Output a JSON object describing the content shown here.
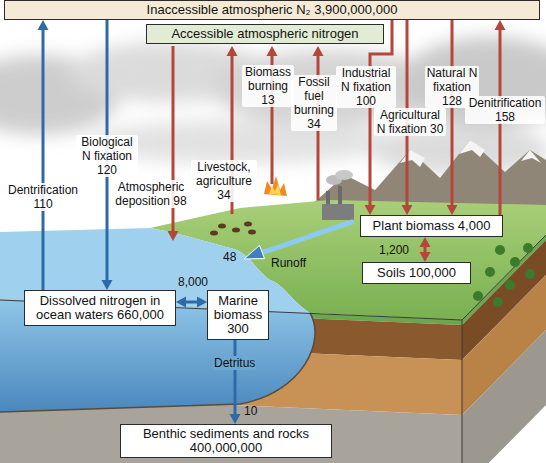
{
  "diagram": {
    "nodes": [
      {
        "text": [
          "Inaccessible atmospheric N₂ 3,900,000,000"
        ]
      },
      {
        "text": [
          "Accessible atmospheric nitrogen"
        ]
      },
      {
        "text": [
          "Plant biomass 4,000"
        ]
      },
      {
        "text": [
          "Soils 100,000"
        ]
      },
      {
        "text": [
          "Dissolved nitrogen in ocean waters 660,000"
        ]
      },
      {
        "text": [
          "Marine biomass 300"
        ]
      },
      {
        "text": [
          "Benthic sediments and rocks 400,000,000"
        ]
      }
    ],
    "edges": [
      {
        "from": 4,
        "to": 0,
        "arrow": "to",
        "label": "Dentrification 110"
      },
      {
        "from": 0,
        "to": 4,
        "arrow": "to",
        "label": "Biological N fixation 120"
      },
      {
        "from": 0,
        "to": 2,
        "arrow": "to",
        "label": "Industrial N fixation 100"
      },
      {
        "from": 0,
        "to": 2,
        "arrow": "to",
        "label": "Agricultural N fixation 30"
      },
      {
        "from": 0,
        "to": 2,
        "arrow": "to",
        "label": "Natural N fixation 128"
      },
      {
        "from": 2,
        "to": 0,
        "arrow": "to",
        "label": "Denitrification 158"
      },
      {
        "from": 2,
        "to": 3,
        "arrow": "both",
        "label": "1,200"
      },
      {
        "from": 4,
        "to": 5,
        "arrow": "both",
        "label": "8,000"
      },
      {
        "from": 5,
        "to": 6,
        "arrow": "to",
        "label": "Detritus"
      }
    ],
    "labels": [
      "Atmospheric deposition 98",
      "Livestock, agriculture 34",
      "Biomass burning 13",
      "Fossil fuel burning 34",
      "Runoff",
      "48",
      "10"
    ]
  }
}
